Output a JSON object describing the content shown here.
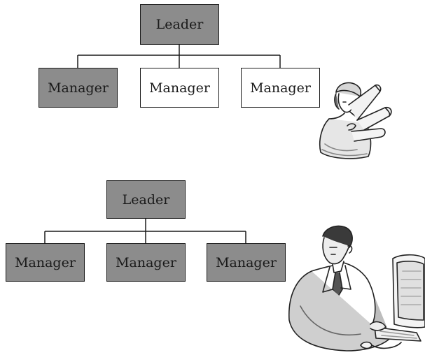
{
  "colors": {
    "filled": "#8c8c8c",
    "empty": "#ffffff",
    "line": "#1a1a1a"
  },
  "chart1": {
    "leader": {
      "label": "Leader",
      "filled": true
    },
    "managers": [
      {
        "label": "Manager",
        "filled": true
      },
      {
        "label": "Manager",
        "filled": false
      },
      {
        "label": "Manager",
        "filled": false
      }
    ],
    "illustration": "woman-with-blueprints-icon"
  },
  "chart2": {
    "leader": {
      "label": "Leader",
      "filled": true
    },
    "managers": [
      {
        "label": "Manager",
        "filled": true
      },
      {
        "label": "Manager",
        "filled": true
      },
      {
        "label": "Manager",
        "filled": true
      }
    ],
    "illustration": "man-at-computer-icon"
  }
}
